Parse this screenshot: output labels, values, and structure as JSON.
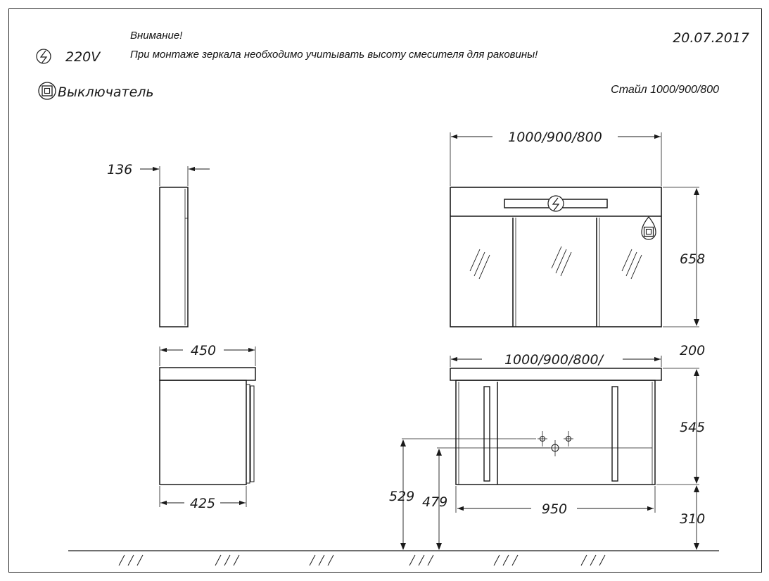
{
  "header": {
    "warning_title": "Внимание!",
    "warning_text": "При монтаже зеркала необходимо учитывать высоту смесителя для раковины!",
    "date": "20.07.2017",
    "voltage_label": "220V",
    "switch_label": "Выключатель",
    "model_name": "Стайл 1000/900/800"
  },
  "dimensions": {
    "mirror_depth": "136",
    "mirror_width": "1000/900/800",
    "mirror_height": "658",
    "cabinet_depth_top": "450",
    "cabinet_depth_bottom": "425",
    "cabinet_width_top": "1000/900/800/",
    "top_offset": "200",
    "cabinet_height": "545",
    "tap_height_1": "529",
    "tap_height_2": "479",
    "cabinet_inner_width": "950",
    "floor_clearance": "310"
  },
  "icons": {
    "power": "lightning-bolt-icon",
    "switch": "switch-square-icon"
  },
  "colors": {
    "line": "#1a1a1a",
    "background": "#ffffff"
  }
}
